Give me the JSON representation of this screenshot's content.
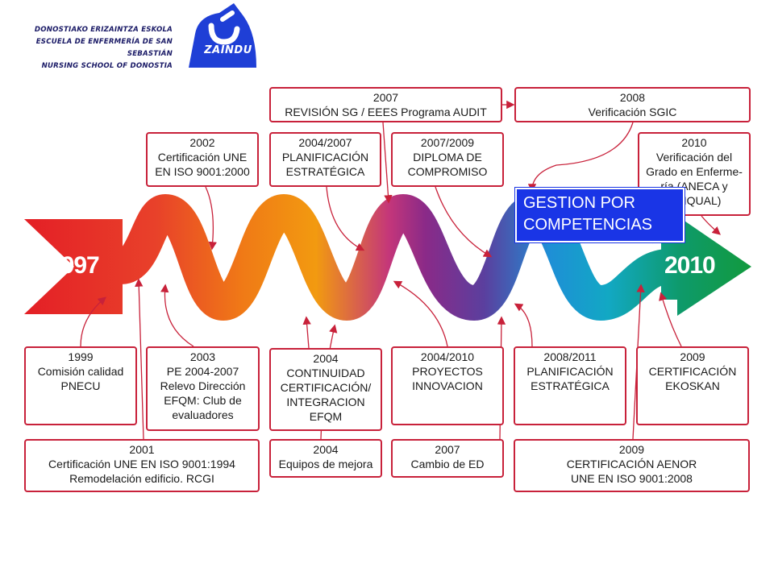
{
  "header": {
    "lines": [
      "DONOSTIAKO ERIZAINTZA ESKOLA",
      "ESCUELA DE ENFERMERÍA DE SAN SEBASTIÁN",
      "NURSING SCHOOL OF DONOSTIA"
    ],
    "logo_text": "ZAINDU"
  },
  "timeline": {
    "start_year": "1997",
    "end_year": "2010"
  },
  "boxes_top": [
    {
      "id": "b2007a",
      "lines": [
        "2007",
        "REVISIÓN SG / EEES Programa AUDIT"
      ]
    },
    {
      "id": "b2008",
      "lines": [
        "2008",
        "Verificación SGIC"
      ]
    },
    {
      "id": "b2002",
      "lines": [
        "2002",
        "Certificación UNE",
        "EN ISO 9001:2000"
      ]
    },
    {
      "id": "b2004_2007",
      "lines": [
        "2004/2007",
        "PLANIFICACIÓN",
        "ESTRATÉGICA"
      ]
    },
    {
      "id": "b2007_2009",
      "lines": [
        "2007/2009",
        "DIPLOMA DE",
        "COMPROMISO"
      ]
    },
    {
      "id": "b2010",
      "lines": [
        "2010",
        "Verificación del",
        "Grado en Enferme-",
        "ría (ANECA y",
        "UNIQUAL)"
      ]
    }
  ],
  "boxes_bottom": [
    {
      "id": "b1999",
      "lines": [
        "1999",
        "Comisión calidad",
        "PNECU"
      ]
    },
    {
      "id": "b2003",
      "lines": [
        "2003",
        "PE 2004-2007",
        "Relevo Dirección",
        "EFQM: Club de",
        "evaluadores"
      ]
    },
    {
      "id": "b2004a",
      "lines": [
        "2004",
        "CONTINUIDAD",
        "CERTIFICACIÓN/",
        "INTEGRACION",
        "EFQM"
      ]
    },
    {
      "id": "b2004_2010",
      "lines": [
        "2004/2010",
        "PROYECTOS",
        "INNOVACION"
      ]
    },
    {
      "id": "b2008_2011",
      "lines": [
        "2008/2011",
        "PLANIFICACIÓN",
        "ESTRATÉGICA"
      ]
    },
    {
      "id": "b2009a",
      "lines": [
        "2009",
        "CERTIFICACIÓN",
        "EKOSKAN"
      ]
    },
    {
      "id": "b2001",
      "lines": [
        "2001",
        "Certificación UNE EN ISO 9001:1994",
        "Remodelación edificio. RCGI"
      ]
    },
    {
      "id": "b2004b",
      "lines": [
        "2004",
        "Equipos de mejora"
      ]
    },
    {
      "id": "b2007b",
      "lines": [
        "2007",
        "Cambio de ED"
      ]
    },
    {
      "id": "b2009b",
      "lines": [
        "2009",
        "CERTIFICACIÓN AENOR",
        "UNE EN ISO 9001:2008"
      ]
    }
  ],
  "overlay": {
    "lines": [
      "GESTION POR",
      "COMPETENCIAS"
    ]
  },
  "colors": {
    "border": "#c8213a",
    "overlay_bg": "#1a35e6",
    "logo_blue": "#1f3fd6",
    "header_text": "#1a1a66"
  }
}
